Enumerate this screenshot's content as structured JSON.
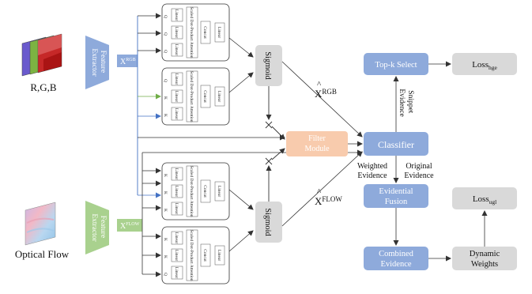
{
  "inputs": {
    "rgb_label": "R,G,B",
    "flow_label": "Optical Flow"
  },
  "extractor": {
    "label_line1": "Feature",
    "label_line2": "Extractor"
  },
  "features": {
    "rgb_base": "X",
    "rgb_sup": "RGB",
    "flow_base": "X",
    "flow_sup": "FLOW"
  },
  "attention": {
    "linear": "Linear",
    "sdpa": "Scaled Dot-Product Attention",
    "concat": "Concat",
    "q": "Q",
    "k": "K"
  },
  "sigmoid": "Sigmoid",
  "hat_outputs": {
    "rgb_base": "X",
    "rgb_sup": "RGB",
    "flow_base": "X",
    "flow_sup": "FLOW"
  },
  "filter_module": {
    "line1": "Filter",
    "line2": "Module"
  },
  "classifier": "Classifier",
  "topk": "Top-k Select",
  "snippet_evidence": {
    "line1": "Snippet",
    "line2": "Evidence"
  },
  "loss_hge": {
    "base": "Loss",
    "sub": "hge"
  },
  "loss_ugl": {
    "base": "Loss",
    "sub": "ugl"
  },
  "weighted_evidence": {
    "line1": "Weighted",
    "line2": "Evidence"
  },
  "original_evidence": {
    "line1": "Original",
    "line2": "Evidence"
  },
  "evidential_fusion": {
    "line1": "Evidential",
    "line2": "Fusion"
  },
  "combined_evidence": {
    "line1": "Combined",
    "line2": "Evidence"
  },
  "dynamic_weights": {
    "line1": "Dynamic",
    "line2": "Weights"
  },
  "colors": {
    "blue": "#8eaadb",
    "green": "#a9d18e",
    "orange": "#f8cbad",
    "gray": "#d9d9d9",
    "line_blue": "#4472c4",
    "line_green": "#70ad47"
  }
}
